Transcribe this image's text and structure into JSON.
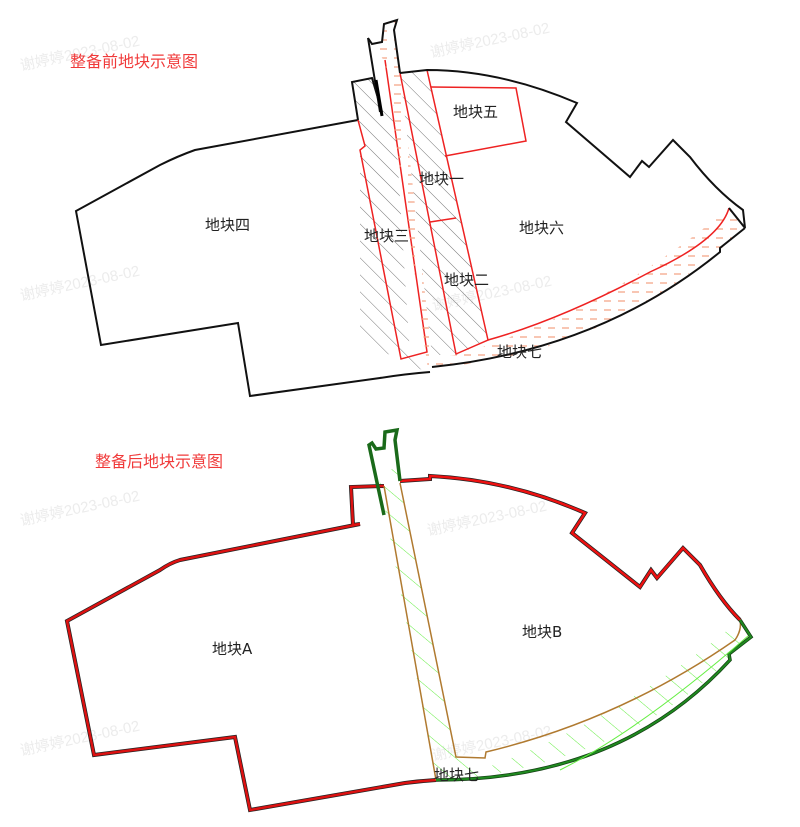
{
  "watermark": "谢婷婷2023-08-02",
  "before": {
    "title": "整备前地块示意图",
    "labels": {
      "plot1": "地块一",
      "plot2": "地块二",
      "plot3": "地块三",
      "plot4": "地块四",
      "plot5": "地块五",
      "plot6": "地块六",
      "plot7": "地块七"
    }
  },
  "after": {
    "title": "整备后地块示意图",
    "labels": {
      "plotA": "地块A",
      "plotB": "地块B",
      "plot7": "地块七"
    }
  },
  "colors": {
    "title": "#f03a3a",
    "outline_before": "#111111",
    "red_line": "#ee2222",
    "dash_fill": "#f4a080",
    "hatch_black": "#444444",
    "outline_after": "#dd1111",
    "green_outline": "#1a7a1a",
    "green_hatch": "#66ee44",
    "brown_line": "#b07a30"
  }
}
